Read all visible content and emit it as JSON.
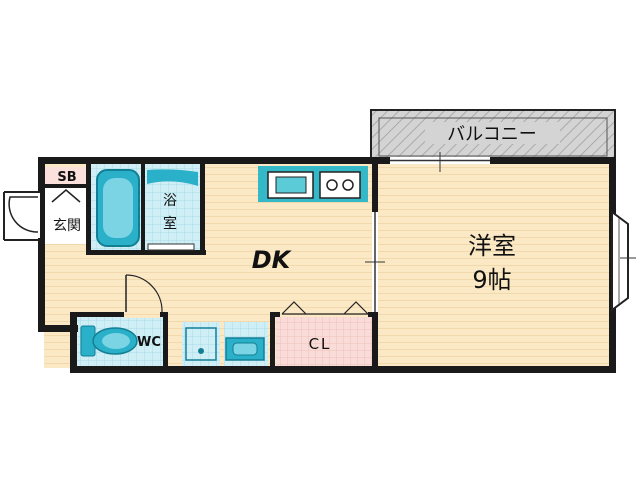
{
  "rooms": {
    "balcony": "バルコニー",
    "western_room": "洋室",
    "western_room_size": "9帖",
    "dk": "DK",
    "bath": "浴",
    "bath2": "室",
    "entrance": "玄関",
    "shoebox": "SB",
    "toilet": "WC",
    "closet": "CL"
  },
  "colors": {
    "wall": "#1a1a1a",
    "floor_wood": "#fbe9c6",
    "wet_area": "#cfeef6",
    "fixture": "#2ab0c8",
    "closet": "#f9dcd8",
    "balcony": "#cfcfcf",
    "kitchen": "#35b9c9"
  }
}
